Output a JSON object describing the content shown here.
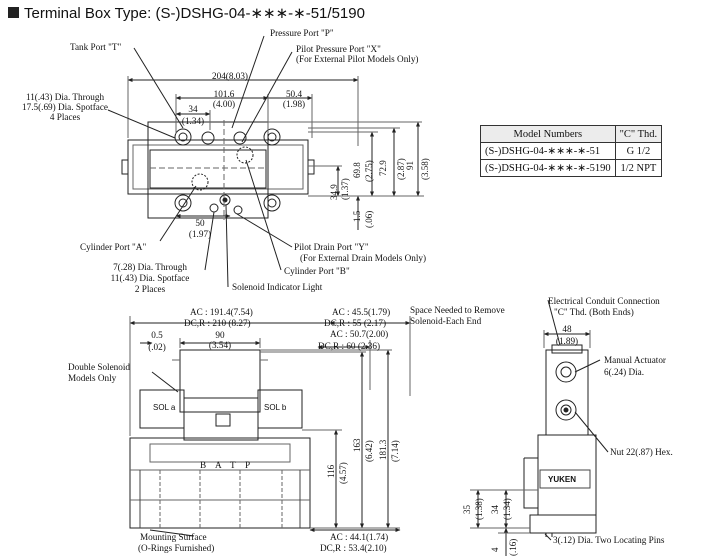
{
  "header": {
    "title": "Terminal Box Type: (S-)DSHG-04-∗∗∗-∗-51/5190"
  },
  "table": {
    "head": [
      "Model Numbers",
      "\"C\" Thd."
    ],
    "rows": [
      [
        "(S-)DSHG-04-∗∗∗-∗-51",
        "G 1/2"
      ],
      [
        "(S-)DSHG-04-∗∗∗-∗-5190",
        "1/2 NPT"
      ]
    ]
  },
  "top": {
    "pressure_port": "Pressure Port \"P\"",
    "tank_port": "Tank Port \"T\"",
    "pilot_x1": "Pilot Pressure Port \"X\"",
    "pilot_x2": "(For External Pilot Models Only)",
    "bolt1": "11(.43) Dia. Through",
    "bolt2": "17.5(.69) Dia. Spotface",
    "bolt3": "4 Places",
    "d204": "204(8.03)",
    "d101": "101.6",
    "d101b": "(4.00)",
    "d504": "50.4",
    "d504b": "(1.98)",
    "d34": "34",
    "d134": "(1.34)",
    "d50": "50",
    "d197": "(1.97)",
    "cyl_a": "Cylinder Port \"A\"",
    "pin1": "7(.28) Dia. Through",
    "pin2": "11(.43) Dia. Spotface",
    "pin3": "2 Places",
    "sol_light": "Solenoid Indicator Light",
    "cyl_b": "Cylinder Port \"B\"",
    "drain1": "Pilot Drain Port \"Y\"",
    "drain2": "(For External Drain Models Only)",
    "v349": "34.9",
    "v137": "(1.37)",
    "v698": "69.8",
    "v275": "(2.75)",
    "v729": "72.9",
    "v287": "(2.87)",
    "v91": "91",
    "v358": "(3.58)",
    "v15": "1.5",
    "v06": "(.06)"
  },
  "front": {
    "ac1": "AC : 191.4(7.54)",
    "dc1": "DC,R : 210   (8.27)",
    "ac2": "AC : 45.5(1.79)",
    "dc2": "DC,R : 55   (2.17)",
    "space1": "Space Needed to Remove",
    "space2": "Solenoid-Each End",
    "ac3": "AC : 50.7(2.00)",
    "dc3": "DC,R : 60   (2.36)",
    "d05": "0.5",
    "d02": "(.02)",
    "d90": "90",
    "d354": "(3.54)",
    "dbl1": "Double Solenoid",
    "dbl2": "Models Only",
    "sola": "SOL a",
    "solb": "SOL b",
    "port_b": "B",
    "port_a": "A",
    "port_t": "T",
    "port_p": "P",
    "v116": "116",
    "v457": "(4.57)",
    "v163": "163",
    "v642": "(6.42)",
    "v181": "181.3",
    "v714": "(7.14)",
    "mount1": "Mounting Surface",
    "mount2": "(O-Rings Furnished)",
    "ac4": "AC : 44.1(1.74)",
    "dc4": "DC,R : 53.4(2.10)"
  },
  "side": {
    "conduit1": "Electrical Conduit Connection",
    "conduit2": "\"C\" Thd. (Both Ends)",
    "d48": "48",
    "d189": "(1.89)",
    "manual1": "Manual Actuator",
    "manual2": "6(.24) Dia.",
    "nut": "Nut 22(.87) Hex.",
    "logo": "YUKEN",
    "v35": "35",
    "v138": "(1.38)",
    "v34": "34",
    "v134": "(1.34)",
    "v4": "4",
    "v16": "(.16)",
    "pins": "3(.12) Dia. Two Locating Pins"
  }
}
